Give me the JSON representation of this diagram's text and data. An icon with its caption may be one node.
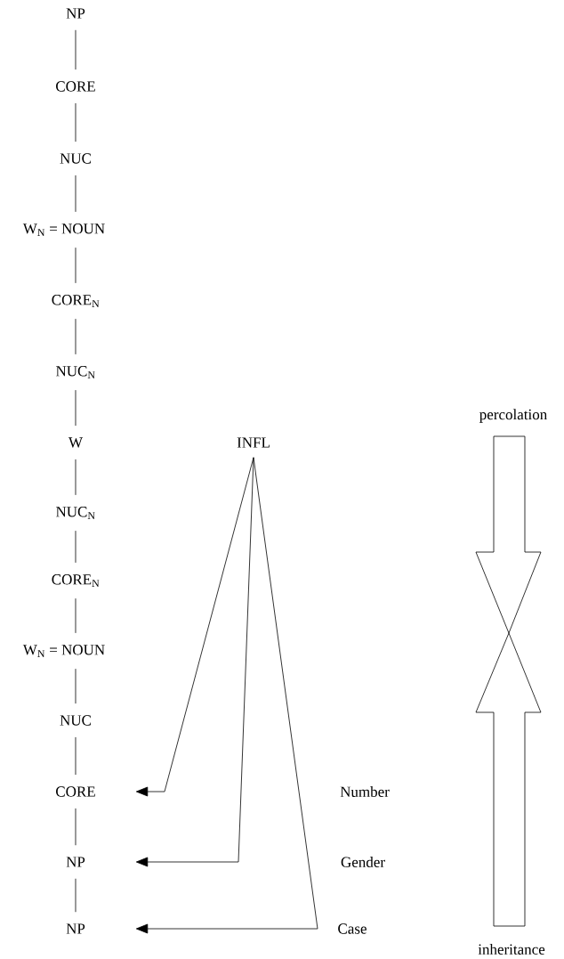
{
  "diagram": {
    "nodes": [
      {
        "text": [
          "NP"
        ]
      },
      {
        "text": [
          "CORE"
        ]
      },
      {
        "text": [
          "NUC"
        ]
      },
      {
        "text": [
          "W$_{N}$ = NOUN"
        ]
      },
      {
        "text": [
          "CORE$_{N}$"
        ]
      },
      {
        "text": [
          "NUC$_{N}$"
        ]
      },
      {
        "text": [
          "W"
        ]
      },
      {
        "text": [
          "NUC$_{N}$"
        ]
      },
      {
        "text": [
          "CORE$_{N}$"
        ]
      },
      {
        "text": [
          "W$_{N}$ = NOUN"
        ]
      },
      {
        "text": [
          "NUC"
        ]
      },
      {
        "text": [
          "CORE"
        ]
      },
      {
        "text": [
          "NP"
        ]
      },
      {
        "text": [
          "NP"
        ]
      },
      {
        "text": [
          "INFL"
        ]
      }
    ],
    "edges": [
      {
        "from": 0,
        "to": 1,
        "arrow": "none"
      },
      {
        "from": 1,
        "to": 2,
        "arrow": "none"
      },
      {
        "from": 2,
        "to": 3,
        "arrow": "none"
      },
      {
        "from": 3,
        "to": 4,
        "arrow": "none"
      },
      {
        "from": 4,
        "to": 5,
        "arrow": "none"
      },
      {
        "from": 5,
        "to": 6,
        "arrow": "none"
      },
      {
        "from": 6,
        "to": 7,
        "arrow": "none"
      },
      {
        "from": 7,
        "to": 8,
        "arrow": "none"
      },
      {
        "from": 8,
        "to": 9,
        "arrow": "none"
      },
      {
        "from": 9,
        "to": 10,
        "arrow": "none"
      },
      {
        "from": 10,
        "to": 11,
        "arrow": "none"
      },
      {
        "from": 11,
        "to": 12,
        "arrow": "none"
      },
      {
        "from": 12,
        "to": 13,
        "arrow": "none"
      },
      {
        "from": 14,
        "to": 11,
        "arrow": "to"
      },
      {
        "from": 14,
        "to": 12,
        "arrow": "to"
      },
      {
        "from": 14,
        "to": 13,
        "arrow": "to"
      }
    ],
    "labels": [
      "Number",
      "Gender",
      "Case",
      "percolation",
      "inheritance"
    ]
  }
}
